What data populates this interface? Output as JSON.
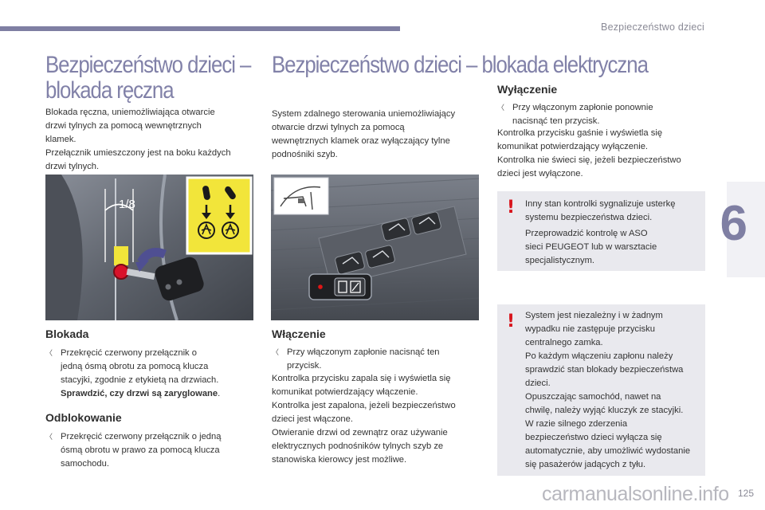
{
  "header": {
    "running_head": "Bezpieczeństwo dzieci",
    "chapter_number": "6"
  },
  "left": {
    "title_lines": [
      "Bezpieczeństwo dzieci –",
      "blokada ręczna"
    ],
    "intro_lines": [
      "Blokada ręczna, uniemożliwiająca otwarcie",
      "drzwi tylnych za pomocą wewnętrznych",
      "klamek.",
      "Przełącznik umieszczony jest na boku każdych",
      "drzwi tylnych."
    ],
    "photo_label": "1/8",
    "blokada_heading": "Blokada",
    "blokada_bullet_lines": [
      "Przekręcić czerwony przełącznik o",
      "jedną ósmą obrotu za pomocą klucza",
      "stacyjki, zgodnie z etykietą na drzwiach."
    ],
    "blokada_bold": "Sprawdzić, czy drzwi są zaryglowane",
    "blokada_bold_end": ".",
    "odblokowanie_heading": "Odblokowanie",
    "odblokowanie_bullet_lines": [
      "Przekręcić czerwony przełącznik o jedną",
      "ósmą obrotu w prawo za pomocą klucza",
      "samochodu."
    ]
  },
  "right": {
    "title": "Bezpieczeństwo dzieci – blokada elektryczna",
    "intro_lines": [
      "System zdalnego sterowania uniemożliwiający",
      "otwarcie drzwi tylnych za pomocą",
      "wewnętrznych klamek oraz wyłączający tylne",
      "podnośniki szyb."
    ],
    "wlaczenie_heading": "Włączenie",
    "wlaczenie_bullet_lines": [
      "Przy włączonym zapłonie nacisnąć ten",
      "przycisk."
    ],
    "wlaczenie_body_lines": [
      "Kontrolka przycisku zapala się i wyświetla się",
      "komunikat potwierdzający włączenie.",
      "Kontrolka jest zapalona, jeżeli bezpieczeństwo",
      "dzieci jest włączone.",
      "Otwieranie drzwi od zewnątrz oraz używanie",
      "elektrycznych podnośników tylnych szyb ze",
      "stanowiska kierowcy jest możliwe."
    ],
    "wylaczenie_heading": "Wyłączenie",
    "wylaczenie_bullet_lines": [
      "Przy włączonym zapłonie ponownie",
      "nacisnąć ten przycisk."
    ],
    "wylaczenie_body_lines": [
      "Kontrolka przycisku gaśnie i wyświetla się",
      "komunikat potwierdzający wyłączenie.",
      "Kontrolka nie świeci się, jeżeli bezpieczeństwo",
      "dzieci jest wyłączone."
    ],
    "warning1_lines": [
      "Inny stan kontrolki sygnalizuje usterkę",
      "systemu bezpieczeństwa dzieci.",
      "Przeprowadzić kontrolę w ASO",
      "sieci PEUGEOT lub w warsztacie",
      "specjalistycznym."
    ],
    "warning2_lines": [
      "System jest niezależny i w żadnym",
      "wypadku nie zastępuje przycisku",
      "centralnego zamka.",
      "Po każdym włączeniu zapłonu należy",
      "sprawdzić stan blokady bezpieczeństwa",
      "dzieci.",
      "Opuszczając samochód, nawet na",
      "chwilę, należy wyjąć kluczyk ze stacyjki.",
      "W razie silnego zderzenia",
      "bezpieczeństwo dzieci wyłącza się",
      "automatycznie, aby umożliwić wydostanie",
      "się pasażerów jadących z tyłu."
    ],
    "warning_symbol": "!"
  },
  "footer": {
    "page_number": "125",
    "watermark": "carmanualsonline.info"
  },
  "colors": {
    "accent": "#7f7fa3",
    "title": "#8181a8",
    "warning_box": "#e9e9ee",
    "warning_icon": "#d8141c",
    "switch_red": "#d9122a",
    "label_yellow": "#f2e53a",
    "arrow_blue": "#4f4f92"
  },
  "icons": [
    "bullet-arrow-icon",
    "warning-exclamation-icon",
    "child-lock-icon"
  ]
}
